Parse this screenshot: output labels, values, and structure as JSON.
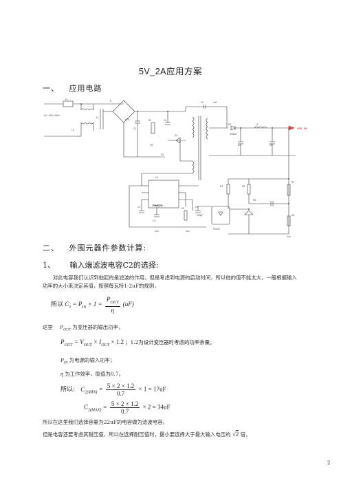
{
  "title": "5V_2A应用方案",
  "section1": {
    "num": "一、",
    "title": "应用电路"
  },
  "schematic": {
    "input_label": "AC~ 85V~265V",
    "output_label": "+5V_2A",
    "labels": {
      "f1": "F1",
      "l1": "L1",
      "l1b": "L1",
      "d": "D",
      "br1": "BR1",
      "c2": "C2",
      "c1": "C1",
      "r1": "R1",
      "r2": "R2",
      "r3": "R3",
      "d1": "D1",
      "d2": "D2",
      "d3": "D3",
      "c6": "C6",
      "c7": "C7",
      "l2": "L2",
      "c8": "C8",
      "u1": "U1",
      "ic": "PN8370",
      "c3": "C3",
      "c4": "C4",
      "c5": "C5",
      "r4": "R4",
      "r5": "R5",
      "r6": "R6",
      "r7": "R7",
      "r8": "R8",
      "pc817": "PC817",
      "cap1nf": "1nF",
      "cap220p": "220pF",
      "sr": "SR540"
    }
  },
  "section2": {
    "num": "二、",
    "title": "外围元器件参数计算:"
  },
  "sub1": {
    "num": "1、",
    "title": "输入端滤波电容C2的选择:"
  },
  "para1": "对此电容我们认识到他起的是滤波的作用，但是考虑到电源的启动时间，所以他的值不能太大，一般根据输入功率的大小来决定其值，按照每瓦特1-2uF的规则，",
  "formula1": {
    "prefix": "所以",
    "lhs": "C",
    "lhs_sub": "2",
    "eq1": "= P",
    "eq1_sub": "IN",
    "eq2": "× 1 =",
    "num": "P",
    "num_sub": "OUT",
    "den": "η",
    "unit": "(uF)"
  },
  "where": {
    "prefix": "这里",
    "sym": "P",
    "sym_sub": "OUT",
    "text": "为变压器的输出功率，"
  },
  "formula2": {
    "lhs": "P",
    "lhs_sub": "OUT",
    "rhs": "= V",
    "rhs_sub": "OUT",
    "times": "× I",
    "times_sub": "OUT",
    "tail": "× 1.2",
    "note": "；1.2为设计变压器时考虑的功率余量。"
  },
  "pin": {
    "sym": "P",
    "sym_sub": "IN",
    "text": "为电源的输入功率；"
  },
  "eta": {
    "sym": "η",
    "text": "为工作效率，取值为0.7。"
  },
  "formula3": {
    "prefix": "所以:",
    "lhs": "C",
    "lhs_sub": "2(MIN)",
    "num": "5 × 2 × 1.2",
    "den": "0.7",
    "tail": "× 1 = 17uF"
  },
  "formula4": {
    "lhs": "C",
    "lhs_sub": "2(MAX)",
    "num": "5 × 2 × 1.2",
    "den": "0.7",
    "tail": "× 2 = 34uF"
  },
  "para2": "所以在这里我们选择容量为22uF的电容做为滤波电容。",
  "para3": "但是电容还要考虑其耐压值，所以在选择耐压值时，最小要选择大于最大输入电压的",
  "para3_sqrt": "2",
  "para3_tail": "倍，",
  "page_number": "2"
}
